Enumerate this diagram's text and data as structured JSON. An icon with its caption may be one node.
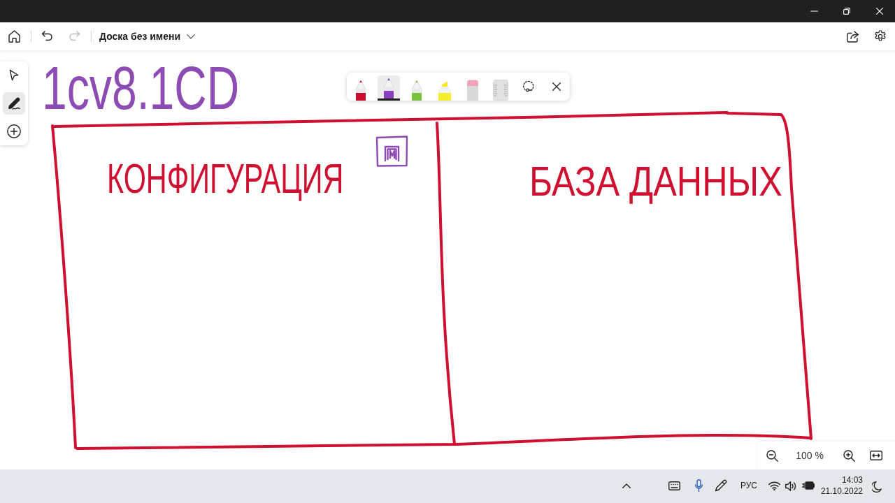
{
  "diagram": {
    "nodes": [
      {
        "text": [
          "1cv8.1CD"
        ]
      },
      {
        "text": [
          "КОНФИГУРАЦИЯ"
        ],
        "in": 0
      },
      {
        "text": [
          "БАЗА ДАННЫХ"
        ],
        "in": 0
      }
    ],
    "labels": [
      "Доска без имени",
      "100 %",
      "РУС",
      "14:03",
      "21.10.2022"
    ]
  }
}
